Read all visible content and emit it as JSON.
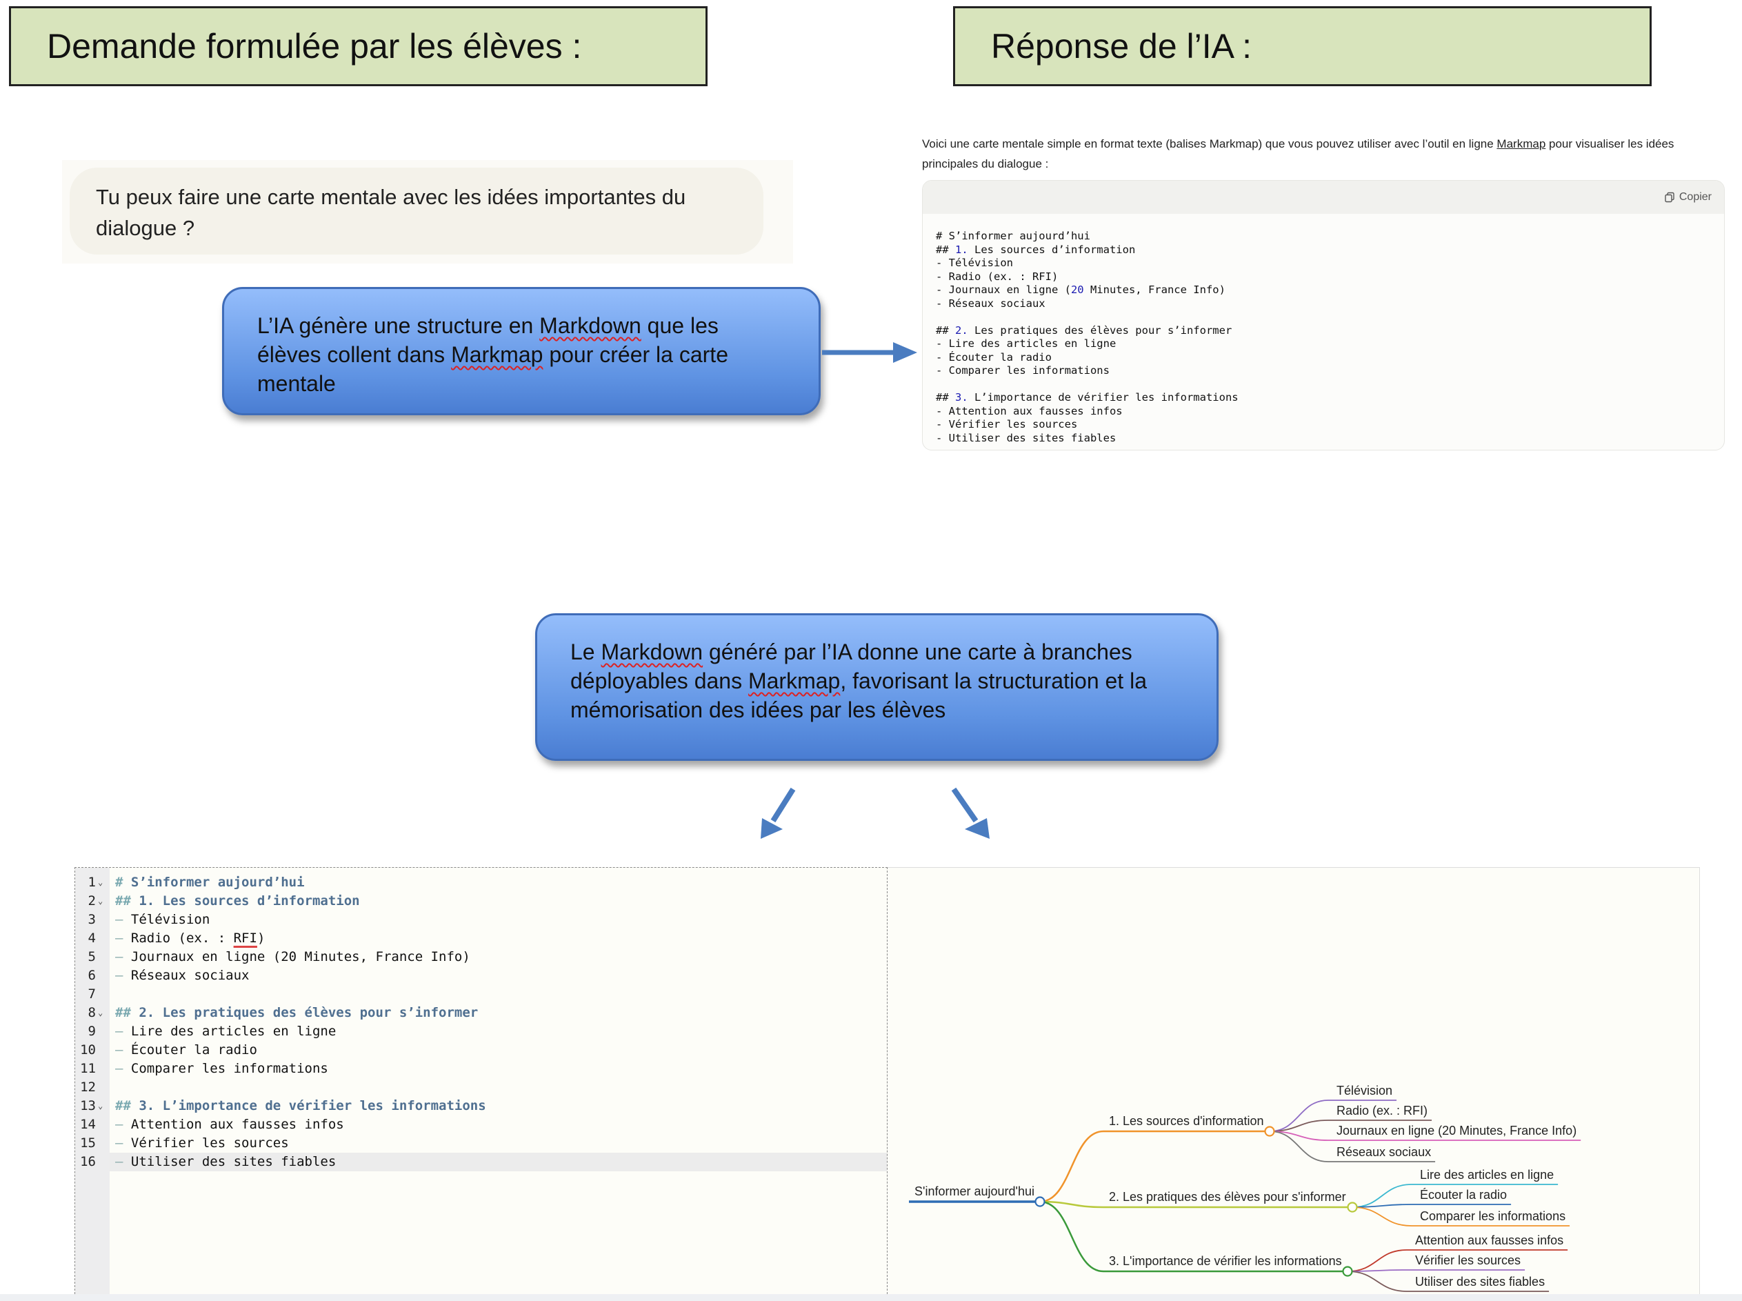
{
  "headers": {
    "left": "Demande formulée par les élèves :",
    "right": "Réponse de l’IA :"
  },
  "prompt": {
    "text": "Tu peux faire une carte mentale avec les idées importantes du dialogue ?"
  },
  "callout1": {
    "parts": [
      "L’IA génère une structure en ",
      "Markdown",
      " que les élèves collent dans ",
      "Markmap",
      " pour créer la carte mentale"
    ]
  },
  "callout2": {
    "parts": [
      " Le ",
      "Markdown",
      " généré par l’IA donne une carte à branches déployables dans ",
      "Markmap",
      ", favorisant la structuration et la mémorisation des idées par les élèves"
    ]
  },
  "ai_response": {
    "intro_before": "Voici une carte mentale simple en format texte (balises Markmap) que vous pouvez utiliser avec l’outil en ligne ",
    "intro_link": "Markmap",
    "intro_after": " pour visualiser les idées principales du dialogue :",
    "copy_label": "Copier",
    "code_lines": [
      "# S’informer aujourd’hui",
      "## 1. Les sources d’information",
      "- Télévision",
      "- Radio (ex. : RFI)",
      "- Journaux en ligne (20 Minutes, France Info)",
      "- Réseaux sociaux",
      "",
      "## 2. Les pratiques des élèves pour s’informer",
      "- Lire des articles en ligne",
      "- Écouter la radio",
      "- Comparer les informations",
      "",
      "## 3. L’importance de vérifier les informations",
      "- Attention aux fausses infos",
      "- Vérifier les sources",
      "- Utiliser des sites fiables"
    ]
  },
  "editor": {
    "lines": [
      {
        "n": "1",
        "fold": true,
        "text": "# S’informer aujourd’hui"
      },
      {
        "n": "2",
        "fold": true,
        "text": "## 1. Les sources d’information"
      },
      {
        "n": "3",
        "fold": false,
        "text": "- Télévision"
      },
      {
        "n": "4",
        "fold": false,
        "text": "- Radio (ex. : RFI)"
      },
      {
        "n": "5",
        "fold": false,
        "text": "- Journaux en ligne (20 Minutes, France Info)"
      },
      {
        "n": "6",
        "fold": false,
        "text": "- Réseaux sociaux"
      },
      {
        "n": "7",
        "fold": false,
        "text": ""
      },
      {
        "n": "8",
        "fold": true,
        "text": "## 2. Les pratiques des élèves pour s’informer"
      },
      {
        "n": "9",
        "fold": false,
        "text": "- Lire des articles en ligne"
      },
      {
        "n": "10",
        "fold": false,
        "text": "- Écouter la radio"
      },
      {
        "n": "11",
        "fold": false,
        "text": "- Comparer les informations"
      },
      {
        "n": "12",
        "fold": false,
        "text": ""
      },
      {
        "n": "13",
        "fold": true,
        "text": "## 3. L’importance de vérifier les informations"
      },
      {
        "n": "14",
        "fold": false,
        "text": "- Attention aux fausses infos"
      },
      {
        "n": "15",
        "fold": false,
        "text": "- Vérifier les sources"
      },
      {
        "n": "16",
        "fold": false,
        "text": "- Utiliser des sites fiables",
        "current": true
      }
    ],
    "misspelled": "RFI"
  },
  "mindmap": {
    "root": {
      "label": "S'informer aujourd'hui",
      "color": "#2e6db4"
    },
    "branches": [
      {
        "label": "1. Les sources d'information",
        "color": "#f0932b",
        "children": [
          {
            "label": "Télévision",
            "color": "#8e6bc4"
          },
          {
            "label": "Radio (ex. : RFI)",
            "color": "#7a5a5a"
          },
          {
            "label": "Journaux en ligne (20 Minutes, France Info)",
            "color": "#d65fb8"
          },
          {
            "label": "Réseaux sociaux",
            "color": "#777777"
          }
        ]
      },
      {
        "label": "2. Les pratiques des élèves pour s'informer",
        "color": "#b8c93c",
        "children": [
          {
            "label": "Lire des articles en ligne",
            "color": "#3bb8d0"
          },
          {
            "label": "Écouter la radio",
            "color": "#2e6db4"
          },
          {
            "label": "Comparer les informations",
            "color": "#f0932b"
          }
        ]
      },
      {
        "label": "3. L'importance de vérifier les informations",
        "color": "#3a9a3a",
        "children": [
          {
            "label": "Attention aux fausses infos",
            "color": "#c0392b"
          },
          {
            "label": "Vérifier les sources",
            "color": "#9b6bc4"
          },
          {
            "label": "Utiliser des sites fiables",
            "color": "#7a5a5a"
          }
        ]
      }
    ]
  }
}
